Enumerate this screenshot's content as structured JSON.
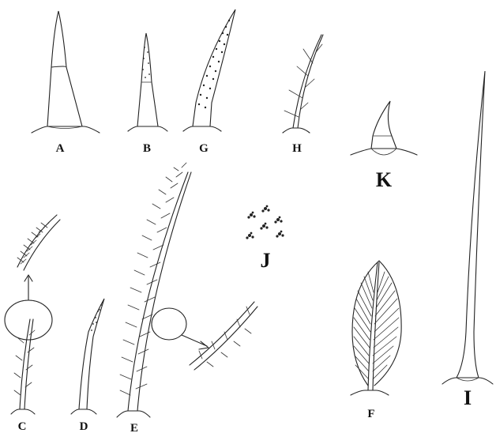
{
  "figure": {
    "labels": {
      "A": "A",
      "B": "B",
      "G": "G",
      "H": "H",
      "K": "K",
      "J": "J",
      "C": "C",
      "D": "D",
      "E": "E",
      "F": "F",
      "I": "I"
    },
    "items": [
      {
        "id": "A",
        "name": "conical-seta-smooth"
      },
      {
        "id": "B",
        "name": "conical-seta-denticulate-tip"
      },
      {
        "id": "G",
        "name": "conical-seta-denticulate"
      },
      {
        "id": "H",
        "name": "branched-seta"
      },
      {
        "id": "K",
        "name": "short-spine"
      },
      {
        "id": "J",
        "name": "microtrichia-cluster"
      },
      {
        "id": "C",
        "name": "serrate-seta-with-enlarged-detail"
      },
      {
        "id": "D",
        "name": "denticulate-seta"
      },
      {
        "id": "E",
        "name": "long-plumose-seta-with-enlarged-detail"
      },
      {
        "id": "F",
        "name": "plumose-feather-seta"
      },
      {
        "id": "I",
        "name": "long-simple-seta"
      }
    ]
  }
}
